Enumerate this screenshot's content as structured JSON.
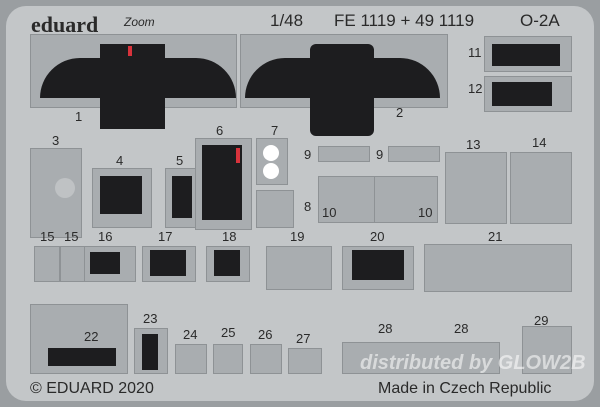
{
  "brand": "eduard",
  "brand_sub": "Zoom",
  "scale": "1/48",
  "product_code": "FE 1119 + 49 1119",
  "model": "O-2A",
  "part_numbers": [
    "1",
    "2",
    "3",
    "4",
    "5",
    "6",
    "7",
    "8",
    "9",
    "9",
    "10",
    "10",
    "11",
    "12",
    "13",
    "14",
    "15",
    "15",
    "16",
    "17",
    "18",
    "19",
    "20",
    "21",
    "22",
    "23",
    "24",
    "25",
    "26",
    "27",
    "28",
    "28",
    "29"
  ],
  "copyright": "© EDUARD 2020",
  "origin": "Made in Czech Republic",
  "watermark": "distributed by GLOW2B",
  "colors": {
    "fret": "#c3c6c8",
    "panel": "#1d1d1f",
    "accent": "#d8333c"
  }
}
